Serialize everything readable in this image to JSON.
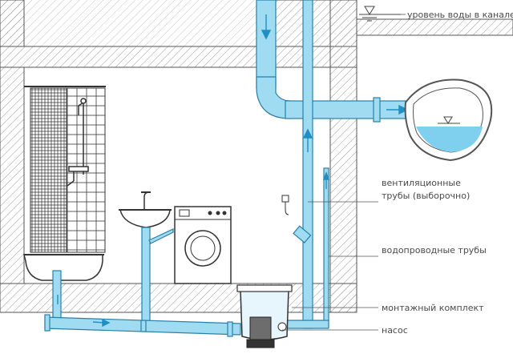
{
  "labels": {
    "water_level": "уровень воды в канале",
    "ventilation_line1": "вентиляционные",
    "ventilation_line2": "трубы (выборочно)",
    "water_pipes": "водопроводные трубы",
    "mounting_kit": "монтажный комплект",
    "pump": "насос"
  },
  "colors": {
    "pipe_fill": "#9fdcf2",
    "pipe_stroke": "#2a7fa8",
    "arrow": "#1f8fc6",
    "wall_stroke": "#555555",
    "hatch": "#9a9a9a",
    "water": "#7fd0ef",
    "tile": "#3a3a3a"
  }
}
